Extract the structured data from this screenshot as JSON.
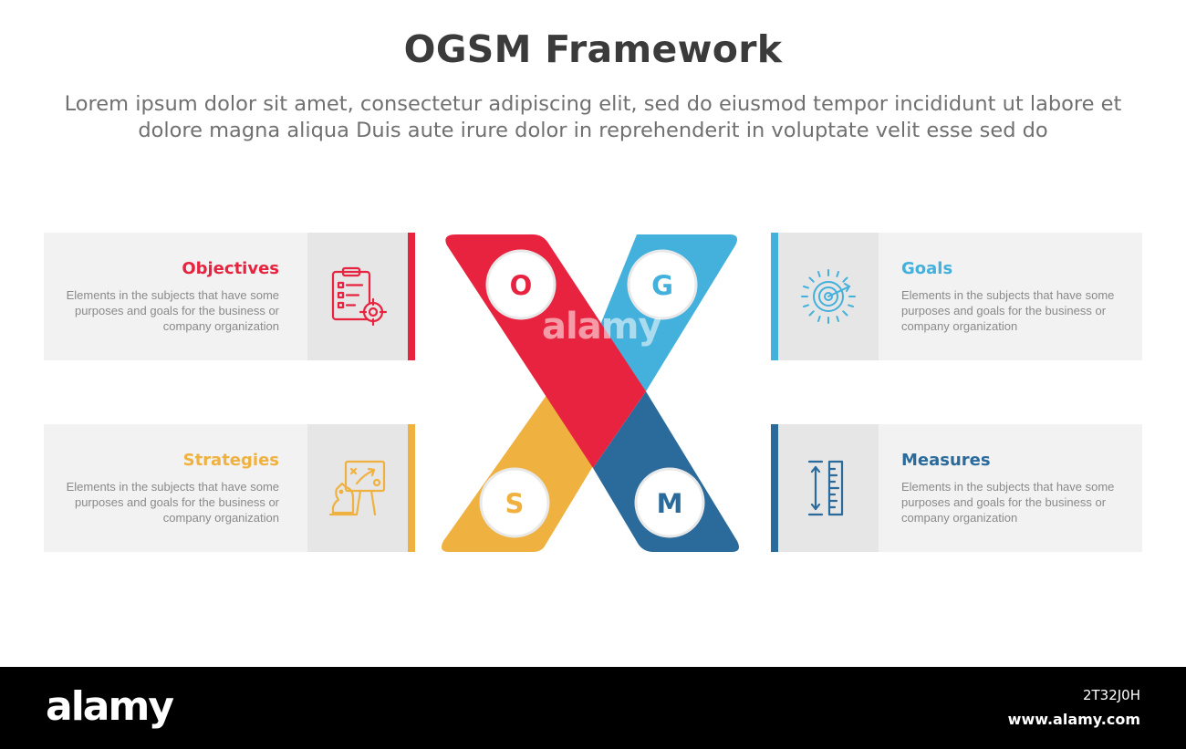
{
  "title": "OGSM Framework",
  "subtitle": "Lorem ipsum dolor sit amet, consectetur adipiscing elit, sed do eiusmod tempor incididunt ut labore et dolore magna aliqua Duis aute irure dolor in reprehenderit in voluptate velit esse sed do",
  "colors": {
    "objectives": "#e8233f",
    "goals": "#44b0dc",
    "strategies": "#efb140",
    "measures": "#2a6b9c"
  },
  "sections": {
    "objectives": {
      "heading": "Objectives",
      "description": "Elements in the subjects that have some purposes and goals for the business or company organization",
      "letter": "O",
      "icon": "clipboard-checklist-target-icon"
    },
    "goals": {
      "heading": "Goals",
      "description": "Elements in the subjects that have some purposes and goals for the business or company organization",
      "letter": "G",
      "icon": "target-dartboard-icon"
    },
    "strategies": {
      "heading": "Strategies",
      "description": "Elements in the subjects that have some purposes and goals for the business or company organization",
      "letter": "S",
      "icon": "chess-knight-strategy-board-icon"
    },
    "measures": {
      "heading": "Measures",
      "description": "Elements in the subjects that have some purposes and goals for the business or company organization",
      "letter": "M",
      "icon": "ruler-measure-icon"
    }
  },
  "watermark": "alamy",
  "footer": {
    "logo": "alamy",
    "image_id": "2T32J0H",
    "url": "www.alamy.com"
  }
}
